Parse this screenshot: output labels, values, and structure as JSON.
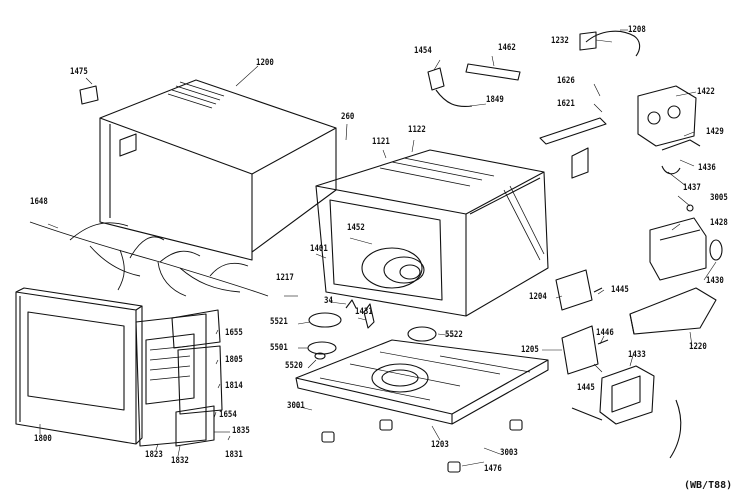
{
  "diagram": {
    "title": "",
    "code": "(WB/T88)",
    "part_numbers": [
      "1475",
      "1200",
      "260",
      "1454",
      "1462",
      "1849",
      "1232",
      "1208",
      "1626",
      "1621",
      "1422",
      "1429",
      "1436",
      "1437",
      "3005",
      "1428",
      "1430",
      "1648",
      "1121",
      "1122",
      "1452",
      "1401",
      "1217",
      "34",
      "1431",
      "5521",
      "5501",
      "5520",
      "5522",
      "1204",
      "1445",
      "1446",
      "1205",
      "1220",
      "1655",
      "1805",
      "1814",
      "1654",
      "1835",
      "1800",
      "1823",
      "1832",
      "1831",
      "3001",
      "1203",
      "3003",
      "1476",
      "1433"
    ]
  }
}
